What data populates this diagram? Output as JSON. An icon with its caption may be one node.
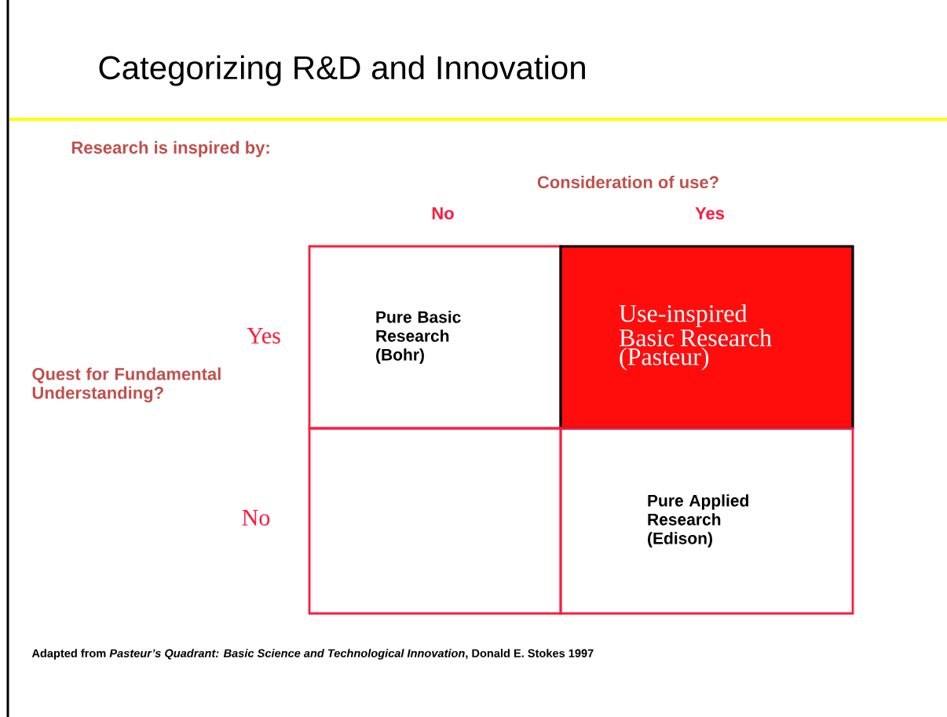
{
  "diagram": {
    "title": "Categorizing R&D and Innovation",
    "caption": "Adapted from *Pasteur’s Quadrant: Basic Science and Technological Innovation*, Donald E. Stokes 1997",
    "nodes": [
      {
        "text": [
          "Pure Basic Research (Bohr)"
        ]
      },
      {
        "text": [
          "Use-inspired Basic Research (Pasteur)"
        ]
      },
      {
        "text": [],
        "shape": "box"
      },
      {
        "text": [
          "Pure Applied Research (Edison)"
        ]
      }
    ],
    "edges": [],
    "labels": [
      "Research is inspired by:",
      "Consideration of use?",
      "No",
      "Yes",
      "Yes",
      "Quest for Fundamental Understanding?",
      "No"
    ]
  }
}
